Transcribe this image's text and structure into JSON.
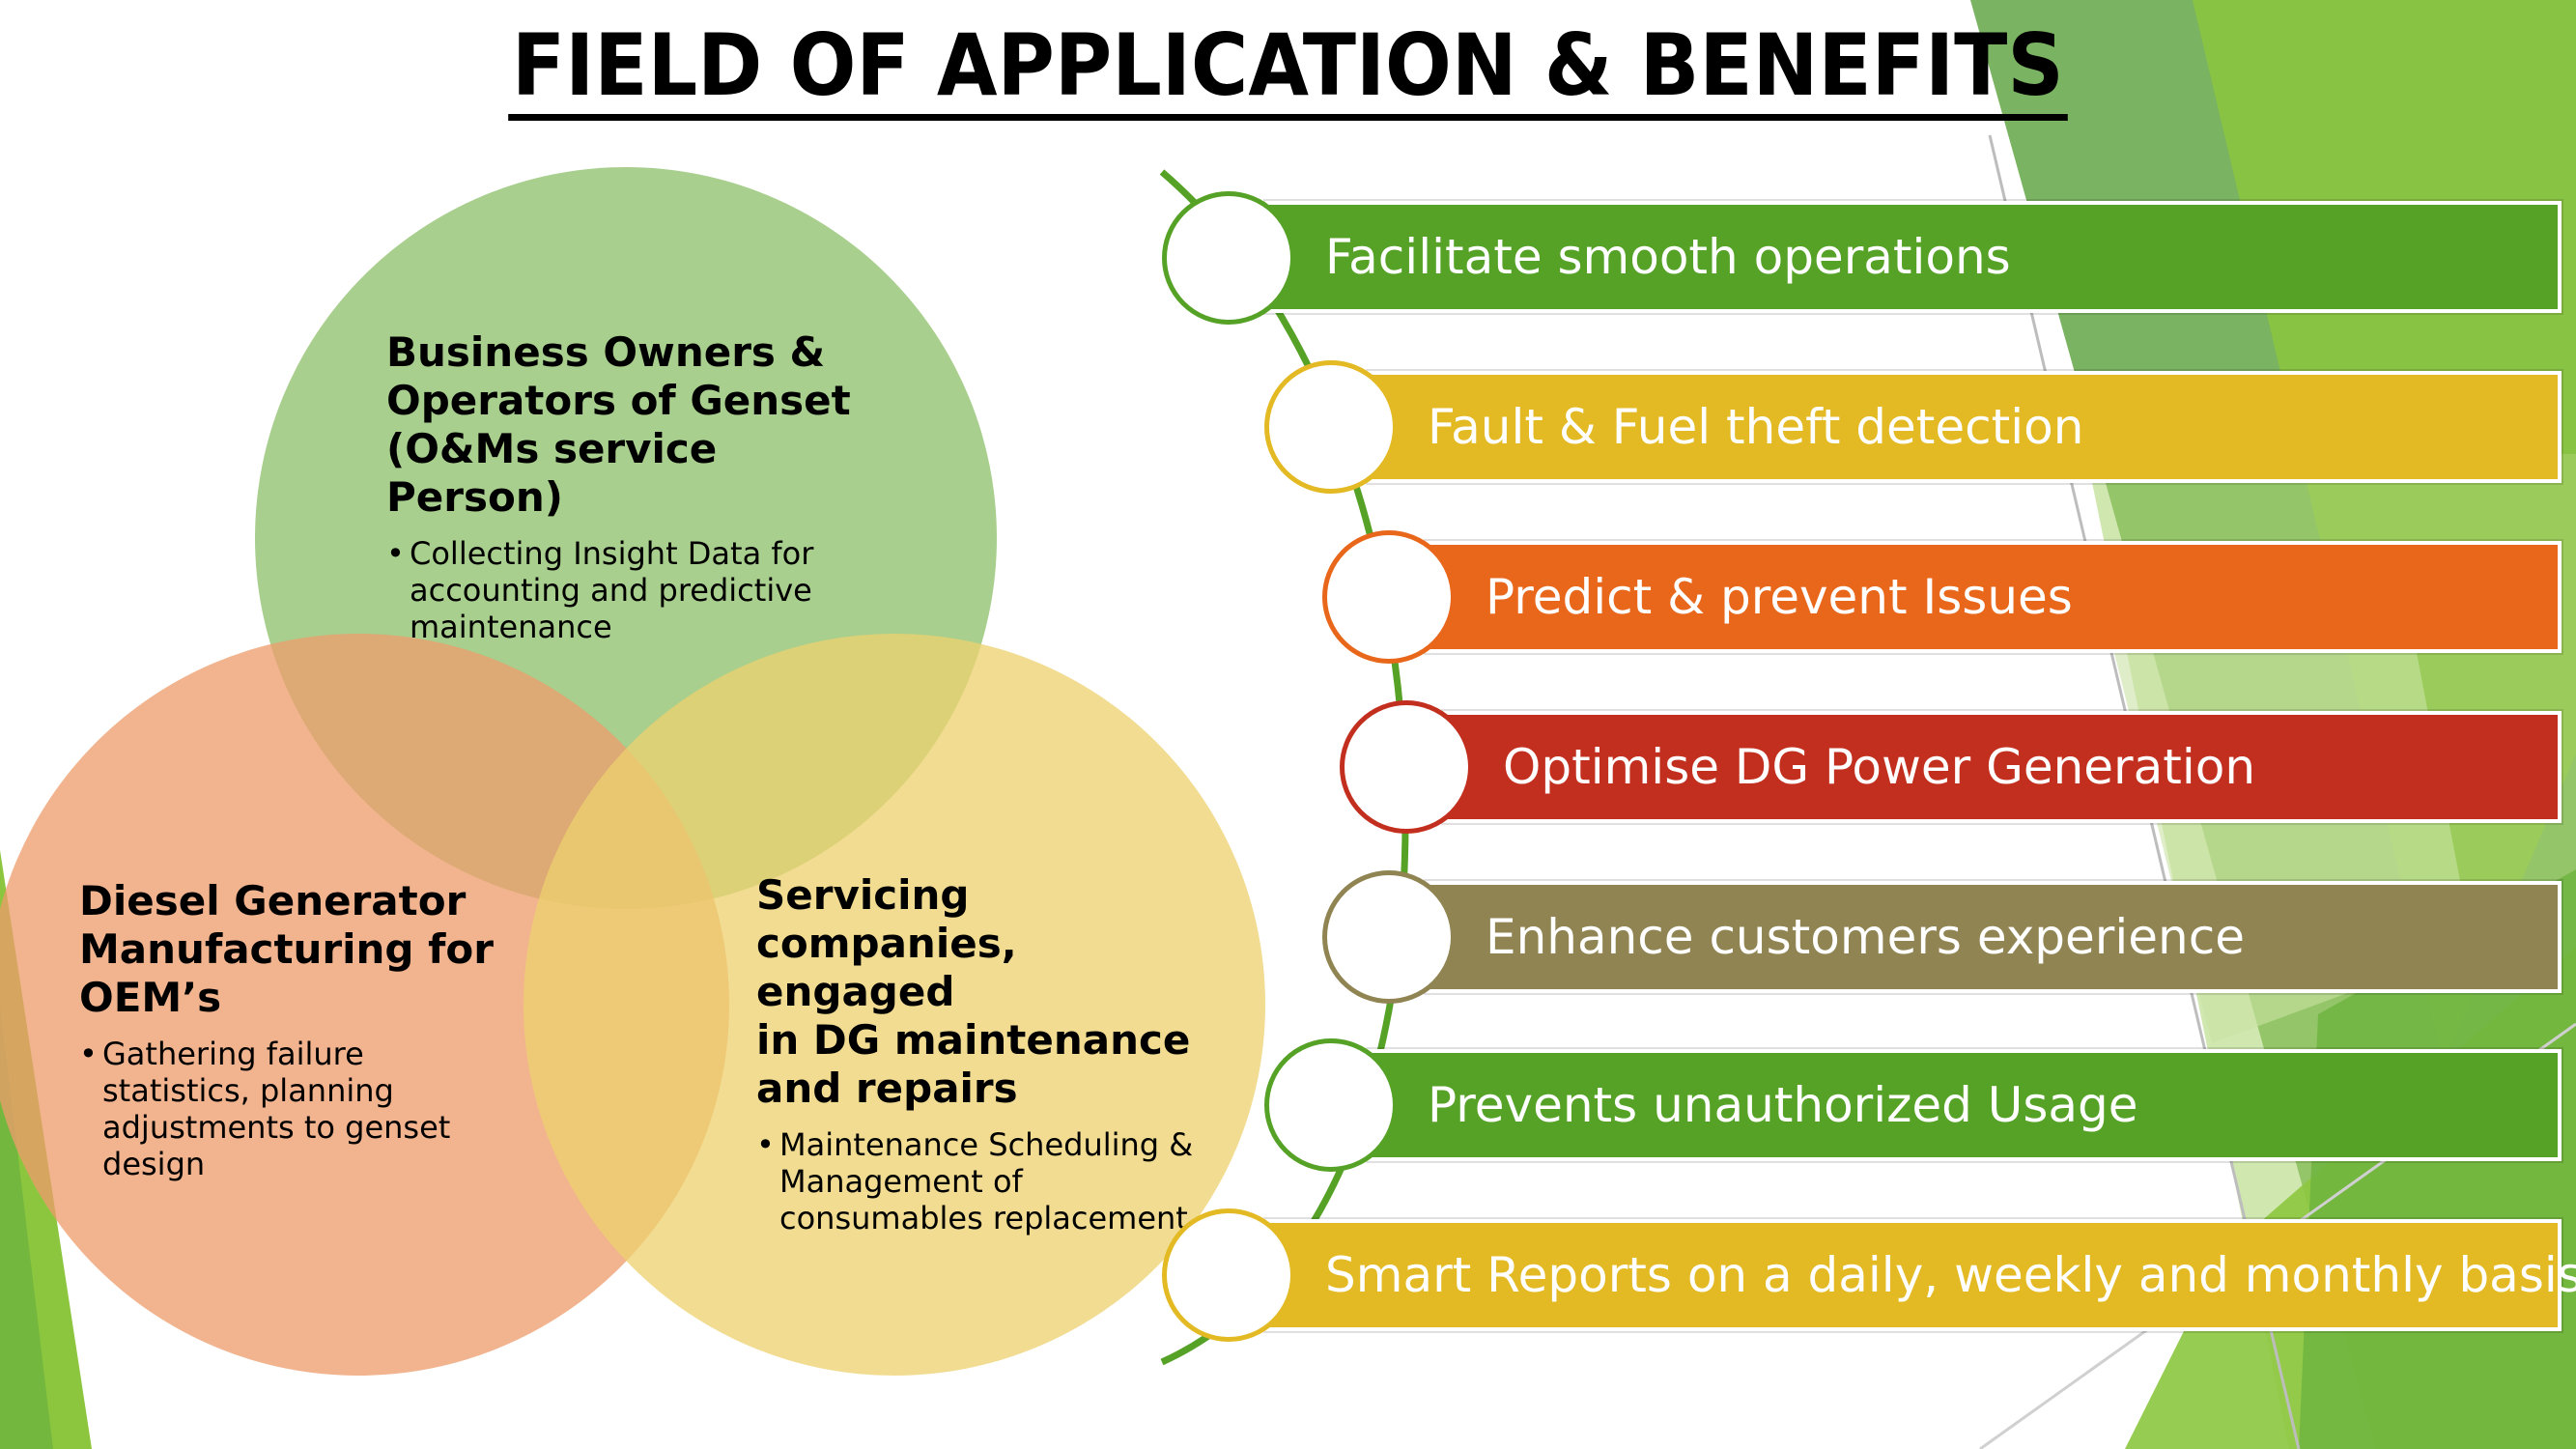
{
  "title": "FIELD OF APPLICATION & BENEFITS",
  "colors": {
    "green": "#55A227",
    "yellow": "#E3B924",
    "orange": "#E8671B",
    "red": "#C22F1E",
    "olive": "#8F8452",
    "circle_green": "#A8CF8E",
    "circle_orange": "#F2B08C",
    "circle_yellow": "#F1DC90"
  },
  "venn": {
    "top": {
      "heading": [
        "Business Owners &",
        "Operators of Genset",
        "(O&Ms service Person)"
      ],
      "bullet": [
        "Collecting Insight Data for",
        "accounting and predictive",
        "maintenance"
      ]
    },
    "left": {
      "heading": [
        "Diesel Generator",
        "Manufacturing  for",
        "OEM’s"
      ],
      "bullet": [
        "Gathering failure",
        "statistics, planning",
        "adjustments to genset",
        "design"
      ]
    },
    "right": {
      "heading": [
        "Servicing",
        "companies, engaged",
        "in DG maintenance",
        "and repairs"
      ],
      "bullet": [
        "Maintenance Scheduling &",
        "Management of",
        "consumables replacement"
      ]
    }
  },
  "benefits": [
    {
      "label": "Facilitate smooth operations",
      "color": "#55A227"
    },
    {
      "label": "Fault & Fuel theft detection",
      "color": "#E3B924"
    },
    {
      "label": "Predict & prevent Issues",
      "color": "#E8671B"
    },
    {
      "label": "Optimise DG Power Generation",
      "color": "#C22F1E"
    },
    {
      "label": "Enhance customers experience",
      "color": "#8F8452"
    },
    {
      "label": "Prevents unauthorized Usage",
      "color": "#55A227"
    },
    {
      "label": "Smart Reports on a daily, weekly and monthly basis",
      "color": "#E3B924"
    }
  ]
}
